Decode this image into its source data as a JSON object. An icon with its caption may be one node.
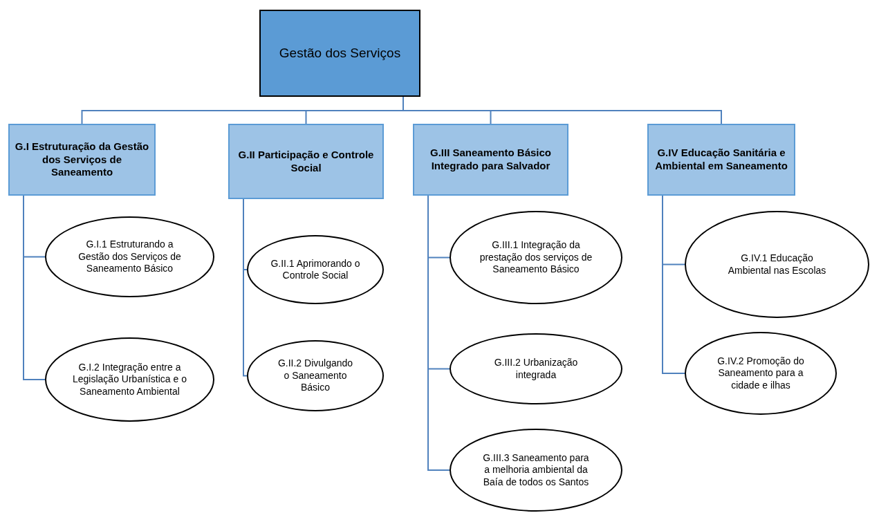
{
  "diagram": {
    "nodes": [
      {
        "text": [
          "Gestão dos Serviços"
        ]
      },
      {
        "text": [
          "G.I Estruturação da Gestão dos Serviços de Saneamento"
        ]
      },
      {
        "text": [
          "G.II Participação e Controle Social"
        ]
      },
      {
        "text": [
          "G.III Saneamento Básico Integrado para Salvador"
        ]
      },
      {
        "text": [
          "G.IV Educação Sanitária e Ambiental em Saneamento"
        ]
      },
      {
        "text": [
          "G.I.1 Estruturando a Gestão dos Serviços de Saneamento Básico"
        ]
      },
      {
        "text": [
          "G.I.2 Integração entre a Legislação Urbanística e o Saneamento Ambiental"
        ]
      },
      {
        "text": [
          "G.II.1 Aprimorando o Controle Social"
        ]
      },
      {
        "text": [
          "G.II.2 Divulgando o Saneamento Básico"
        ]
      },
      {
        "text": [
          "G.III.1 Integração da prestação dos serviços de Saneamento Básico"
        ]
      },
      {
        "text": [
          "G.III.2 Urbanização integrada"
        ]
      },
      {
        "text": [
          "G.III.3 Saneamento para a melhoria ambiental da Baía de todos os Santos"
        ]
      },
      {
        "text": [
          "G.IV.1 Educação Ambiental nas Escolas"
        ]
      },
      {
        "text": [
          "G.IV.2 Promoção do Saneamento para a cidade e ilhas"
        ]
      }
    ],
    "edges": [
      {
        "from": 0,
        "to": 1,
        "arrow": "none"
      },
      {
        "from": 0,
        "to": 2,
        "arrow": "none"
      },
      {
        "from": 0,
        "to": 3,
        "arrow": "none"
      },
      {
        "from": 0,
        "to": 4,
        "arrow": "none"
      },
      {
        "from": 1,
        "to": 5,
        "arrow": "none"
      },
      {
        "from": 1,
        "to": 6,
        "arrow": "none"
      },
      {
        "from": 2,
        "to": 7,
        "arrow": "none"
      },
      {
        "from": 2,
        "to": 8,
        "arrow": "none"
      },
      {
        "from": 3,
        "to": 9,
        "arrow": "none"
      },
      {
        "from": 3,
        "to": 10,
        "arrow": "none"
      },
      {
        "from": 3,
        "to": 11,
        "arrow": "none"
      },
      {
        "from": 4,
        "to": 12,
        "arrow": "none"
      },
      {
        "from": 4,
        "to": 13,
        "arrow": "none"
      }
    ]
  }
}
